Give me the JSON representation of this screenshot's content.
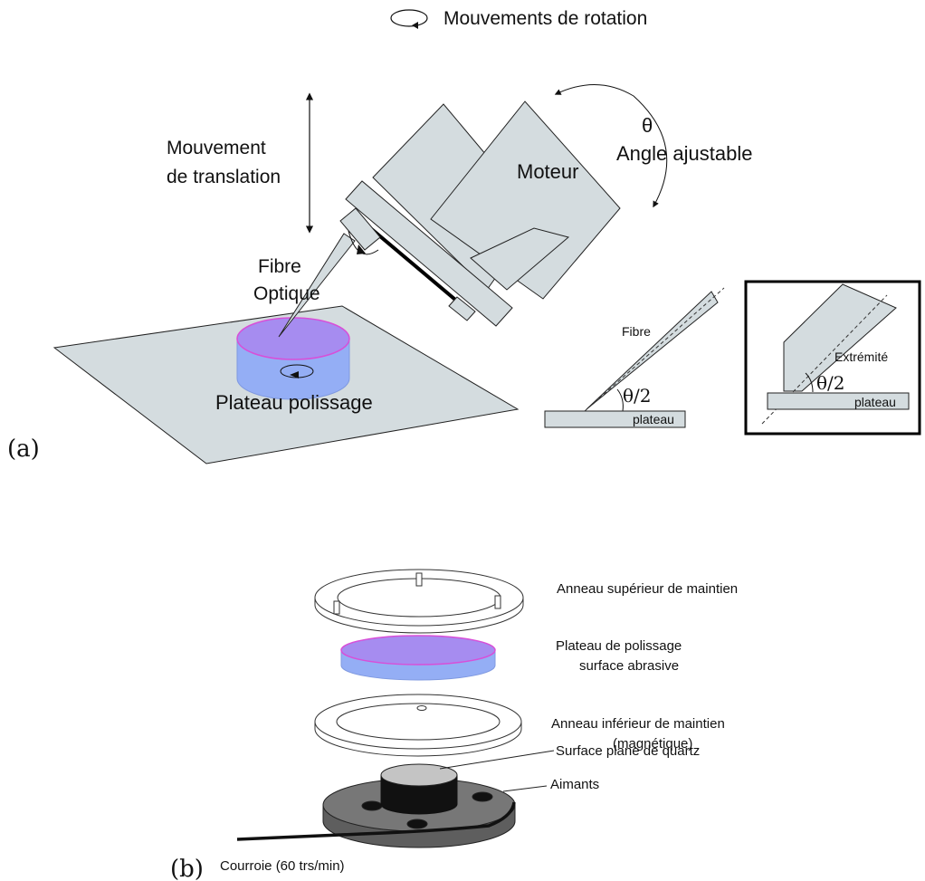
{
  "legend": {
    "rotation_label": "Mouvements de rotation"
  },
  "part_a": {
    "tag": "(a)",
    "translation_label_1": "Mouvement",
    "translation_label_2": "de translation",
    "angle_symbol": "θ",
    "angle_label": "Angle ajustable",
    "motor_label": "Moteur",
    "fiber_label_1": "Fibre",
    "fiber_label_2": "Optique",
    "plate_label": "Plateau polissage",
    "detail1": {
      "fiber": "Fibre",
      "angle": "θ/2",
      "plate": "plateau"
    },
    "detail2": {
      "tip": "Extrémité",
      "angle": "θ/2",
      "plate": "plateau"
    }
  },
  "part_b": {
    "tag": "(b)",
    "upper_ring": "Anneau supérieur de maintien",
    "polish_plate_1": "Plateau de polissage",
    "polish_plate_2": "surface abrasive",
    "lower_ring_1": "Anneau inférieur de maintien",
    "lower_ring_2": "(magnétique)",
    "quartz": "Surface plane de quartz",
    "magnets": "Aimants",
    "belt": "Courroie (60 trs/min)"
  },
  "colors": {
    "metal": "#d4dcdf",
    "plate_top": "#a68cf0",
    "plate_side": "#94aef5",
    "plate_rim": "#d84fd8",
    "base_dark": "#5e5e5e",
    "quartz": "#c4c4c4"
  }
}
